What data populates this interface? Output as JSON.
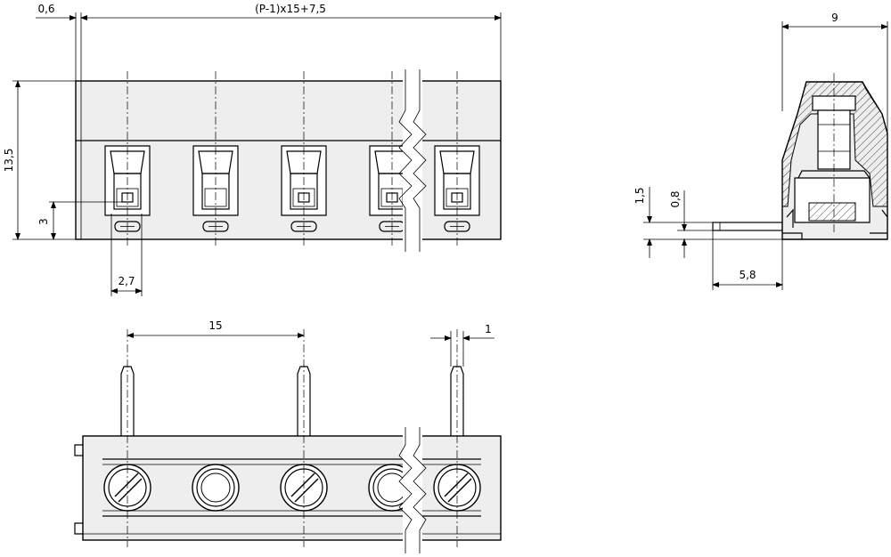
{
  "front_view": {
    "dim_edge": "0,6",
    "dim_length": "(P-1)x15+7,5",
    "dim_height": "13,5",
    "dim_pin_height": "3",
    "dim_pin_offset": "2,7"
  },
  "side_view": {
    "dim_depth": "9",
    "dim_pin_thickness": "1,5",
    "dim_offset": "0,8",
    "dim_pin_length": "5,8"
  },
  "top_view": {
    "dim_pitch": "15",
    "dim_pin_width": "1"
  },
  "colors": {
    "line": "#000000",
    "body_fill": "#eeeeee",
    "background": "#ffffff"
  }
}
